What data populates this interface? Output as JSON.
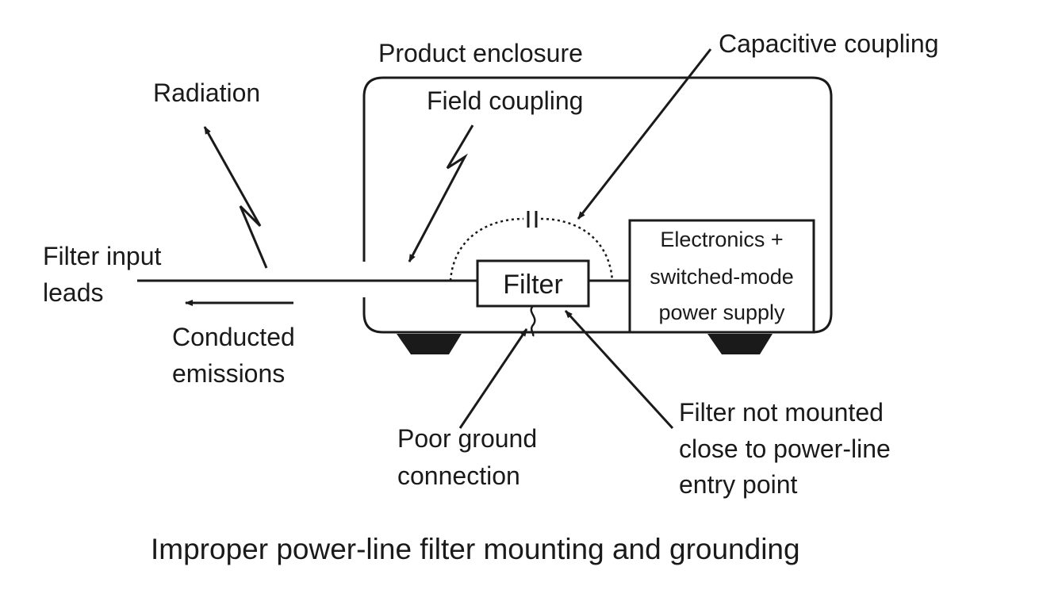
{
  "diagram": {
    "caption": "Improper power-line filter mounting and grounding",
    "labels": {
      "product_enclosure": "Product enclosure",
      "capacitive_coupling": "Capacitive coupling",
      "radiation": "Radiation",
      "field_coupling": "Field coupling",
      "filter_input_leads_line1": "Filter input",
      "filter_input_leads_line2": "leads",
      "conducted_emissions_line1": "Conducted",
      "conducted_emissions_line2": "emissions",
      "filter": "Filter",
      "electronics_line1": "Electronics +",
      "electronics_line2": "switched-mode",
      "electronics_line3": "power supply",
      "poor_ground_line1": "Poor ground",
      "poor_ground_line2": "connection",
      "not_mounted_line1": "Filter not mounted",
      "not_mounted_line2": "close to power-line",
      "not_mounted_line3": "entry point"
    },
    "colors": {
      "ink": "#1a1a1a",
      "background": "#ffffff"
    }
  }
}
